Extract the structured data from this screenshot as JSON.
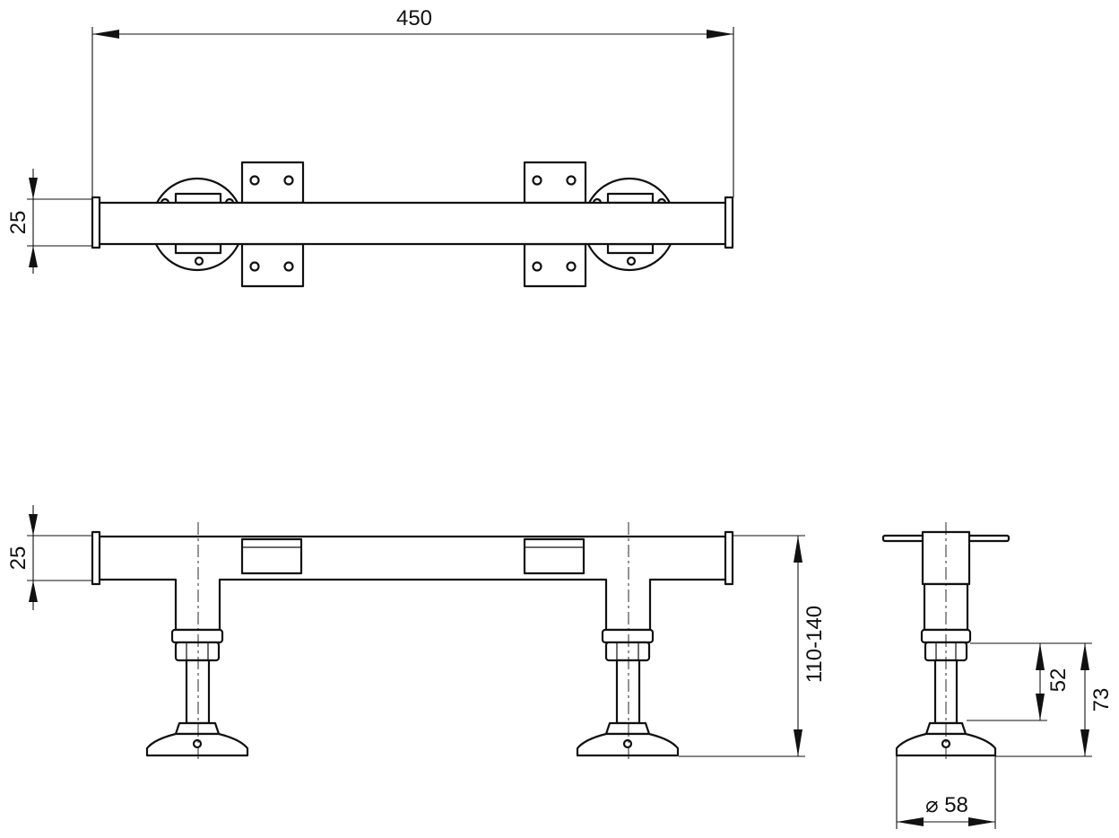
{
  "dimensions": {
    "overall_length": "450",
    "tube_height_top": "25",
    "tube_height_front": "25",
    "height_range": "110-140",
    "thread_length": "52",
    "foot_height": "73",
    "foot_diameter": "⌀ 58"
  }
}
